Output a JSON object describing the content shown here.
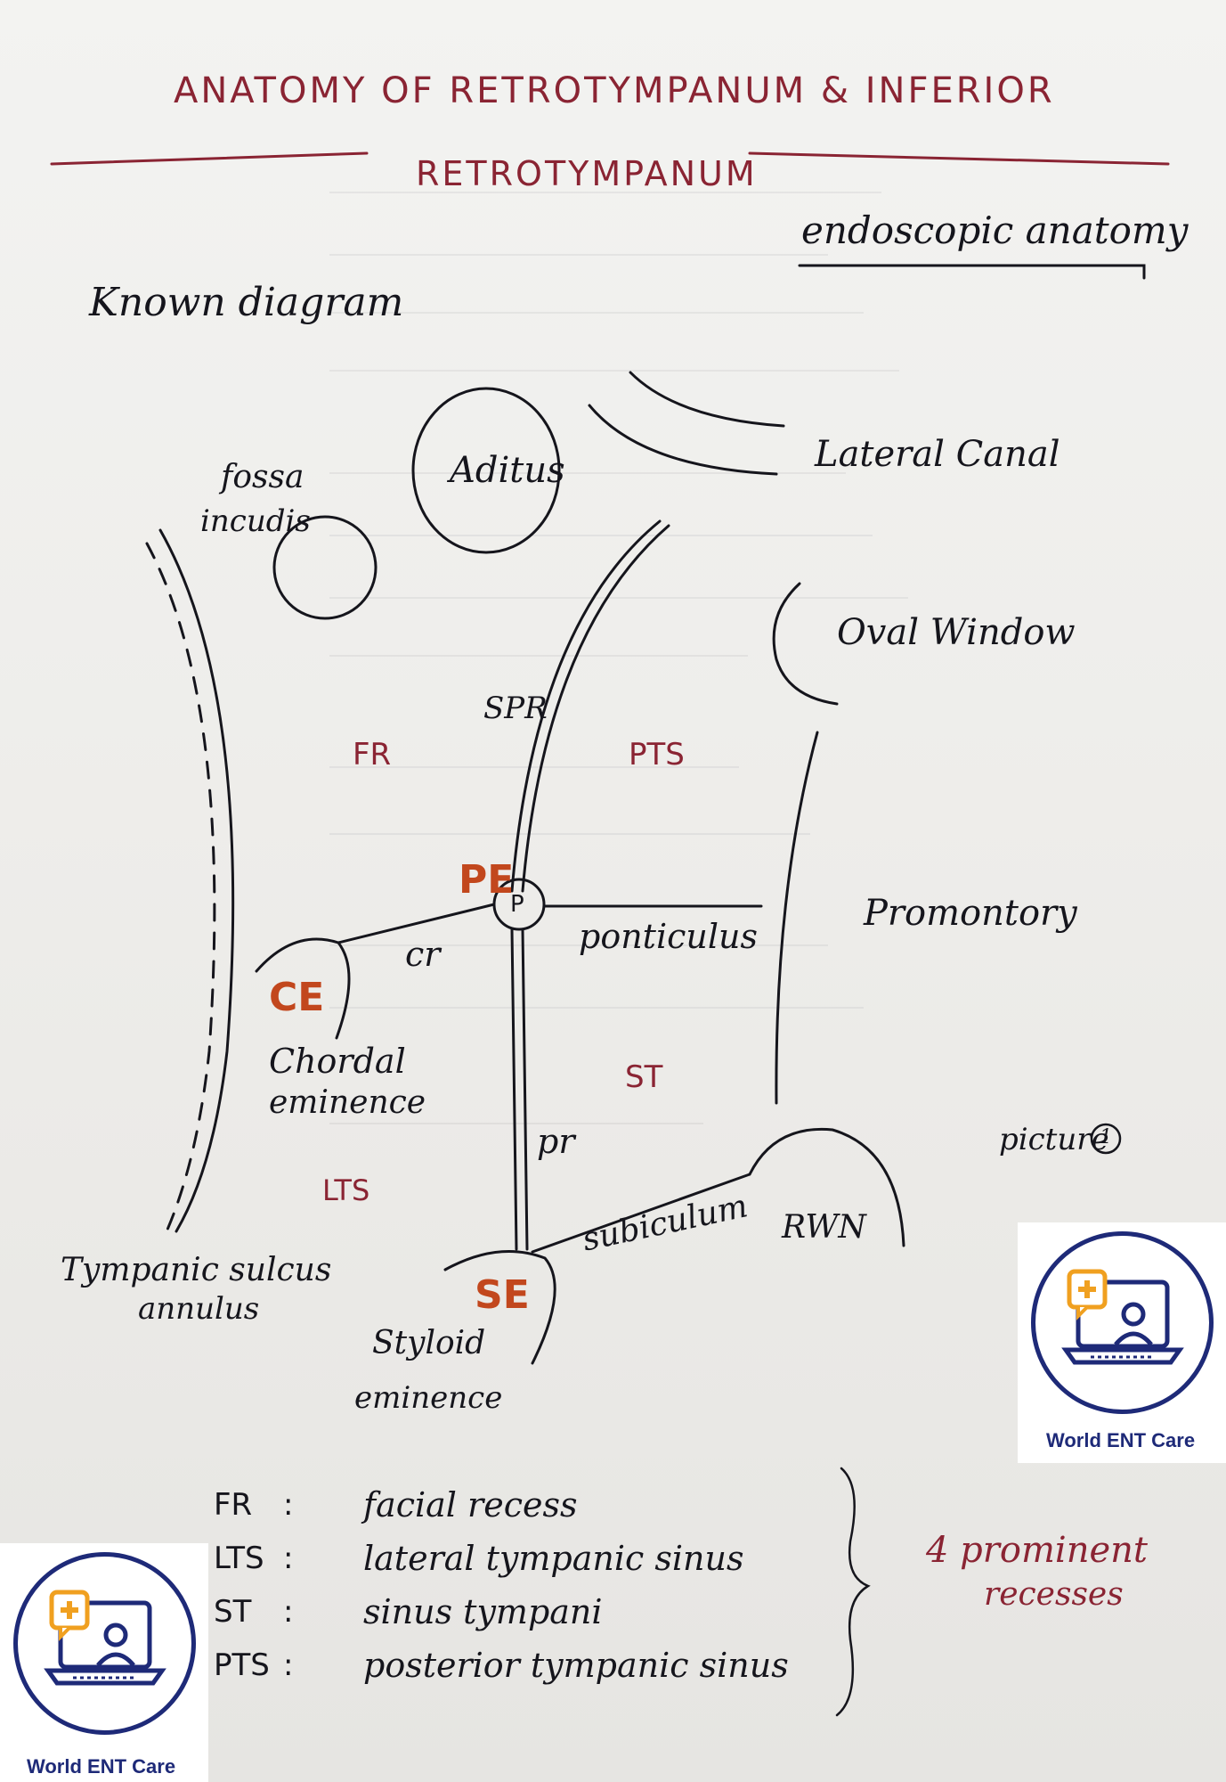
{
  "title": {
    "line1": "ANATOMY  OF  RETROTYMPANUM  &  INFERIOR",
    "line2": "RETROTYMPANUM"
  },
  "subtitle": "endoscopic anatomy",
  "known_diagram": "Known diagram",
  "labels": {
    "aditus": "Aditus",
    "lateral_canal": "Lateral Canal",
    "fossa_incudis_1": "fossa",
    "fossa_incudis_2": "incudis",
    "oval_window": "Oval Window",
    "spr": "SPR",
    "fr": "FR",
    "pts": "PTS",
    "pe": "PE",
    "p": "P",
    "cr": "cr",
    "ponticulus": "ponticulus",
    "promontory": "Promontory",
    "ce": "CE",
    "chordal_1": "Chordal",
    "chordal_2": "eminence",
    "st": "ST",
    "pr": "pr",
    "picture": "picture",
    "picture_num": "1",
    "lts": "LTS",
    "rwn": "RWN",
    "subiculum": "subiculum",
    "tympanic_1": "Tympanic sulcus",
    "tympanic_2": "annulus",
    "se": "SE",
    "styloid_1": "Styloid",
    "styloid_2": "eminence"
  },
  "legend": [
    {
      "abbr": "FR",
      "sep": ":",
      "full": "facial recess"
    },
    {
      "abbr": "LTS",
      "sep": ":",
      "full": "lateral tympanic sinus"
    },
    {
      "abbr": "ST",
      "sep": ":",
      "full": "sinus tympani"
    },
    {
      "abbr": "PTS",
      "sep": ":",
      "full": "posterior tympanic sinus"
    }
  ],
  "brace_note": {
    "line1": "4 prominent",
    "line2": "recesses"
  },
  "logo": {
    "caption": "World ENT Care",
    "icon": "telemedicine-laptop-icon"
  },
  "colors": {
    "ink": "#15151c",
    "red_ink": "#8a2433",
    "orange": "#c2471d",
    "logo_blue": "#1e2a78",
    "logo_orange": "#f0a020"
  }
}
